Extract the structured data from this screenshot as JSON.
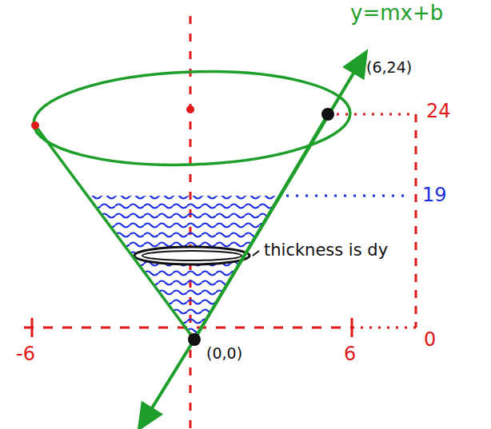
{
  "diagram": {
    "labels": [
      "y=mx+b",
      "(6,24)",
      "24",
      "19",
      "thickness is dy",
      "0",
      "-6",
      "6",
      "(0,0)"
    ]
  }
}
